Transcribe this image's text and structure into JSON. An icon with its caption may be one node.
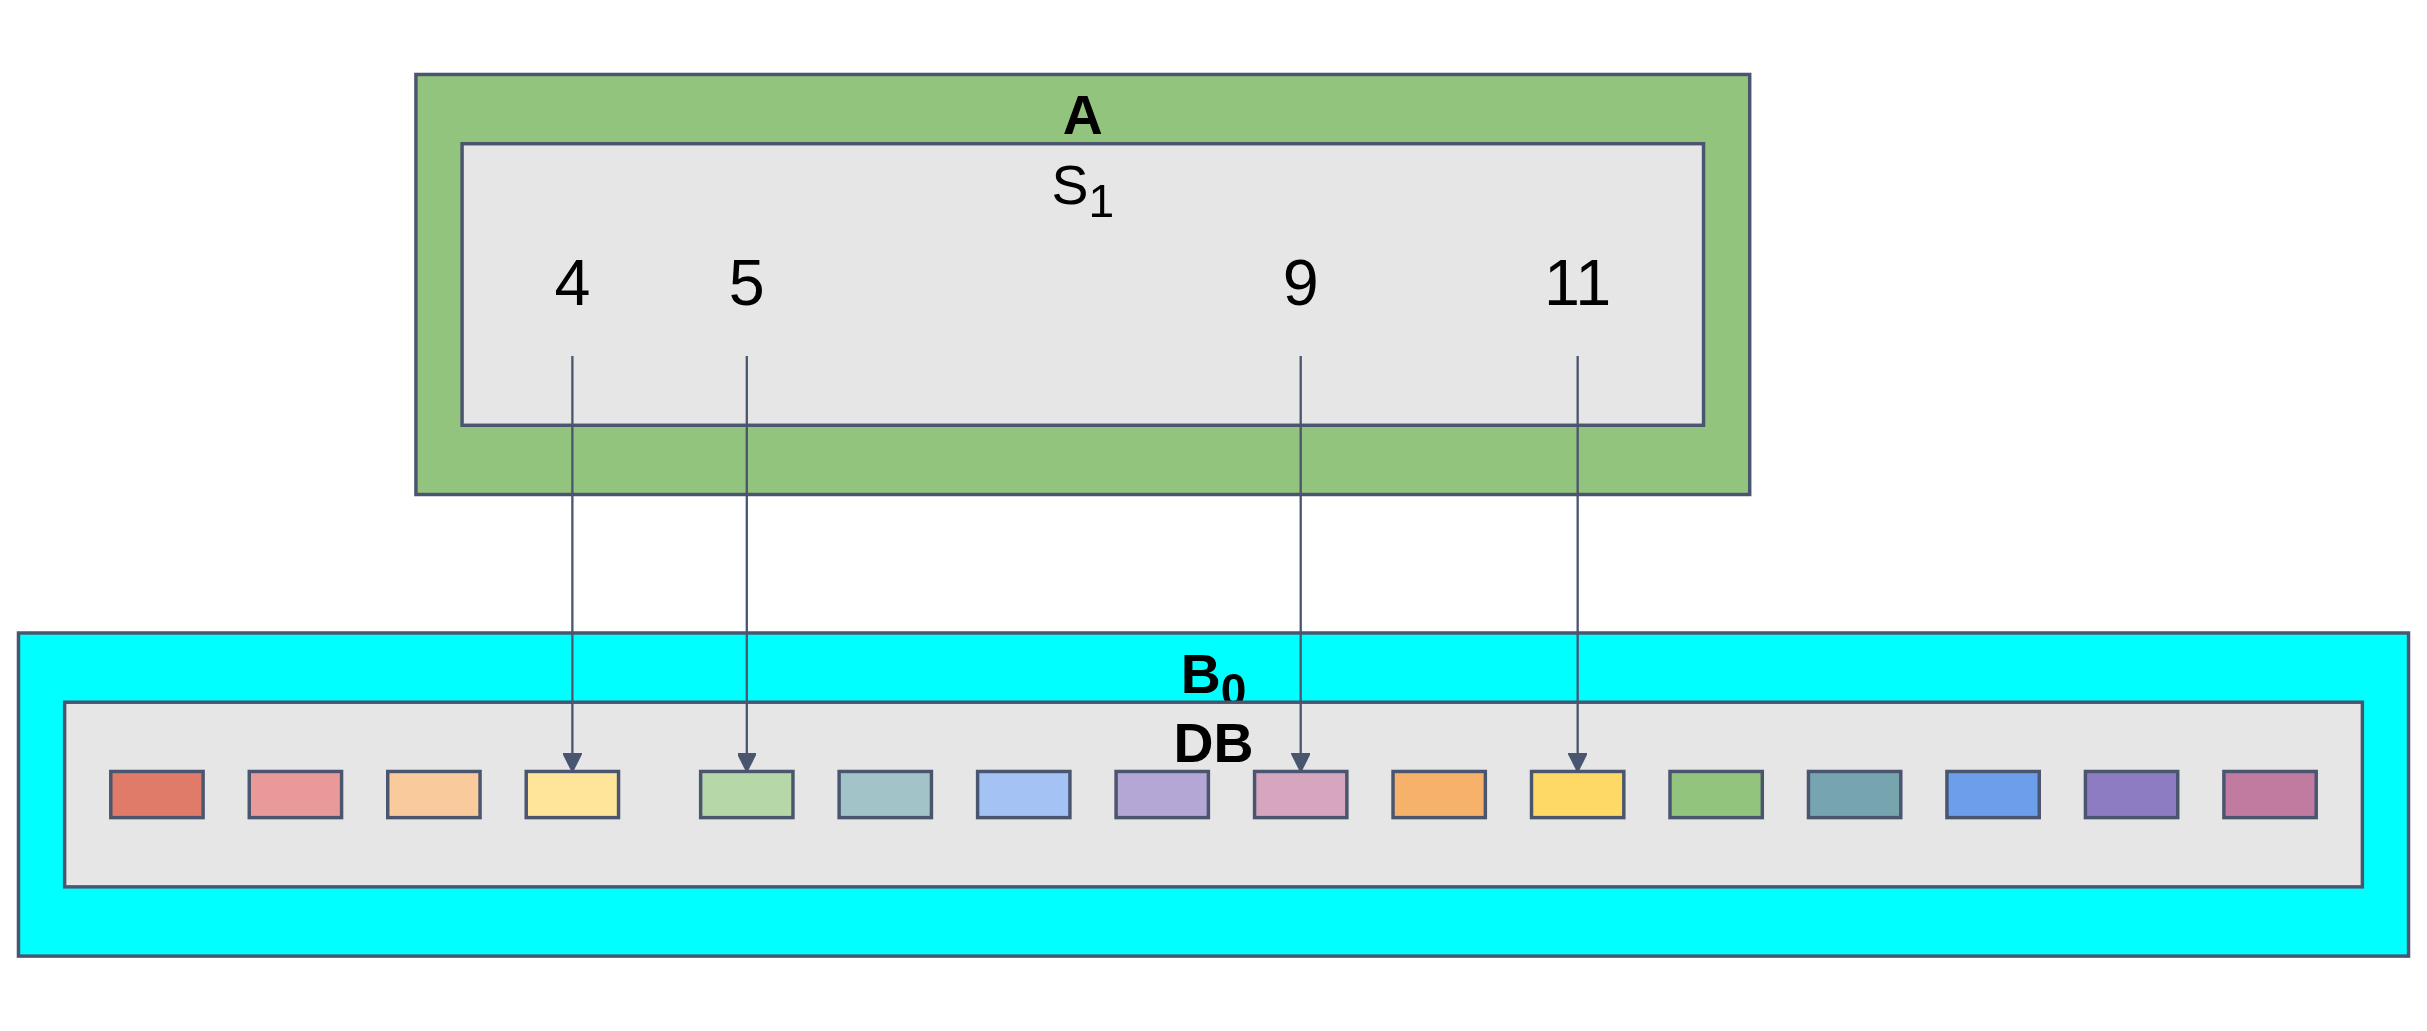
{
  "diagram": {
    "nodes": [
      {
        "text": [
          "A"
        ]
      },
      {
        "text": [
          "S$_{1}$"
        ],
        "in": 0
      },
      {
        "text": [
          "4"
        ],
        "in": 1
      },
      {
        "text": [
          "9"
        ],
        "in": 1
      },
      {
        "text": [
          "5"
        ],
        "in": 1
      },
      {
        "text": [
          "11"
        ],
        "in": 1
      },
      {
        "text": [
          "B$_{0}$"
        ]
      },
      {
        "text": [
          "DB"
        ],
        "in": 6
      },
      {
        "text": [],
        "shape": "box",
        "in": 7
      },
      {
        "text": [],
        "shape": "box",
        "in": 7
      },
      {
        "text": [],
        "shape": "box",
        "in": 7
      },
      {
        "text": [],
        "shape": "box",
        "in": 7
      },
      {
        "text": [],
        "shape": "box",
        "in": 7
      },
      {
        "text": [],
        "shape": "box",
        "in": 7
      },
      {
        "text": [],
        "shape": "box",
        "in": 7
      },
      {
        "text": [],
        "shape": "box",
        "in": 7
      },
      {
        "text": [],
        "shape": "box",
        "in": 7
      },
      {
        "text": [],
        "shape": "box",
        "in": 7
      },
      {
        "text": [],
        "shape": "box",
        "in": 7
      },
      {
        "text": [],
        "shape": "box",
        "in": 7
      },
      {
        "text": [],
        "shape": "box",
        "in": 7
      },
      {
        "text": [],
        "shape": "box",
        "in": 7
      },
      {
        "text": [],
        "shape": "box",
        "in": 7
      },
      {
        "text": [],
        "shape": "box",
        "in": 7
      }
    ],
    "edges": [
      {
        "from": 2,
        "to": 11,
        "arrow": "to"
      },
      {
        "from": 3,
        "to": 16,
        "arrow": "to"
      },
      {
        "from": 4,
        "to": 12,
        "arrow": "to"
      },
      {
        "from": 5,
        "to": 18,
        "arrow": "to"
      }
    ]
  }
}
